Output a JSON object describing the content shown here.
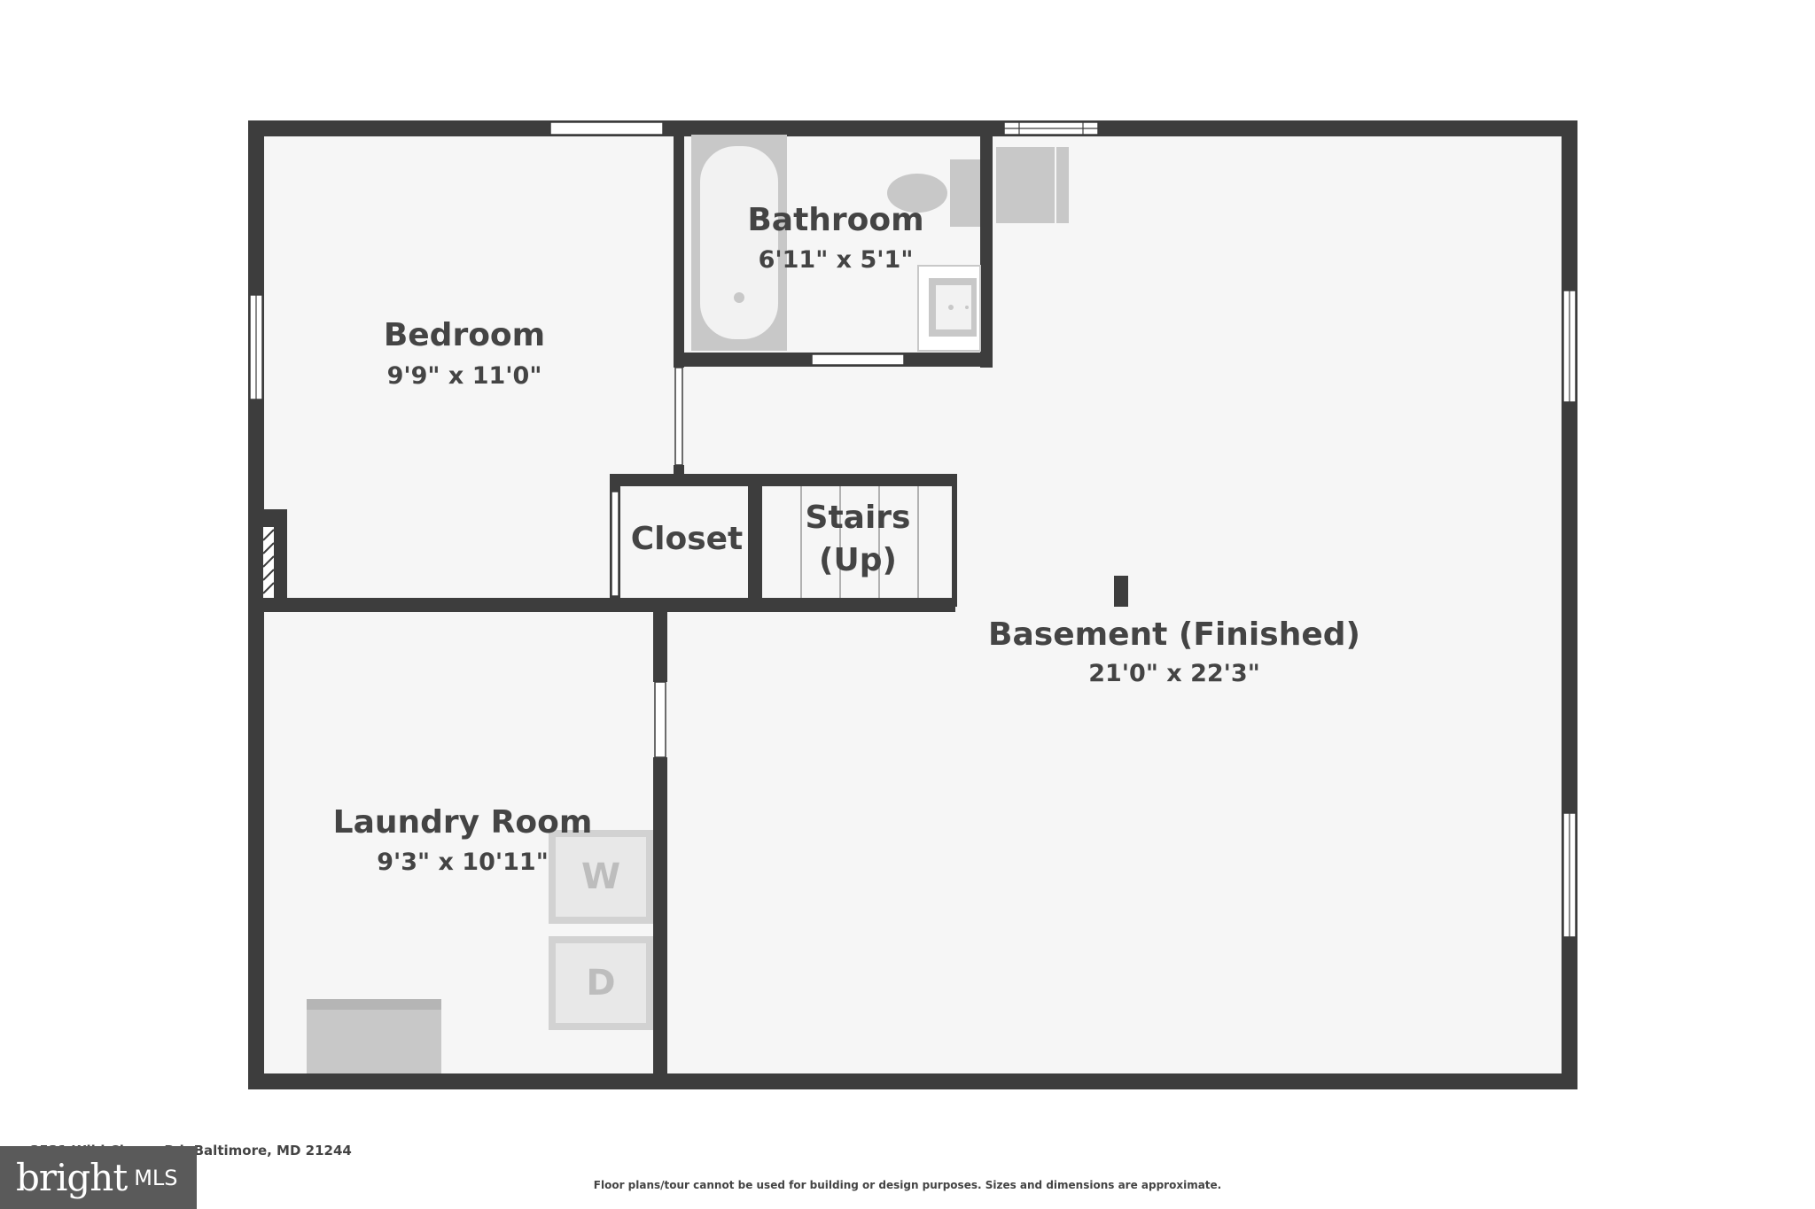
{
  "rooms": {
    "bedroom": {
      "name": "Bedroom",
      "dims": "9'9\" x 11'0\""
    },
    "bathroom": {
      "name": "Bathroom",
      "dims": "6'11\" x 5'1\""
    },
    "closet": {
      "name": "Closet"
    },
    "stairs": {
      "name_line1": "Stairs",
      "name_line2": "(Up)"
    },
    "basement": {
      "name": "Basement (Finished)",
      "dims": "21'0\" x 22'3\""
    },
    "laundry": {
      "name": "Laundry Room",
      "dims": "9'3\" x 10'11\""
    }
  },
  "appliances": {
    "washer": "W",
    "dryer": "D"
  },
  "footer": {
    "address": "3531 Wild Cherry Rd, Baltimore, MD 21244",
    "disclaimer": "Floor plans/tour cannot be used for building or design purposes. Sizes and dimensions are approximate.",
    "logo_main": "bright",
    "logo_sub": "MLS"
  },
  "colors": {
    "wall": "#3d3d3d",
    "floor": "#f6f6f6",
    "fixture": "#c8c8c8",
    "text": "#444444"
  }
}
